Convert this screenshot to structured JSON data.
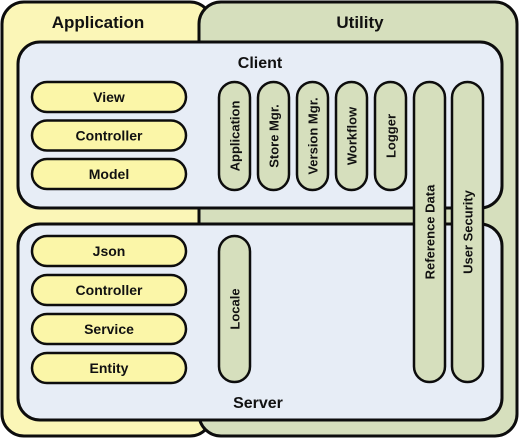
{
  "colors": {
    "application_bg": "#fbf6b7",
    "utility_bg": "#d6dfbd",
    "box_bg": "#e7edf6",
    "yellow_pill": "#fbf6a8",
    "green_pill": "#d6dfbd",
    "stroke": "#0d0d0d"
  },
  "application": {
    "title": "Application"
  },
  "utility": {
    "title": "Utility"
  },
  "client": {
    "title": "Client",
    "layers": [
      "View",
      "Controller",
      "Model"
    ],
    "utilities": [
      "Application",
      "Store Mgr.",
      "Version Mgr.",
      "Workflow",
      "Logger"
    ]
  },
  "server": {
    "title": "Server",
    "layers": [
      "Json",
      "Controller",
      "Service",
      "Entity"
    ],
    "utilities": [
      "Locale"
    ]
  },
  "shared": [
    "Reference Data",
    "User Security"
  ]
}
